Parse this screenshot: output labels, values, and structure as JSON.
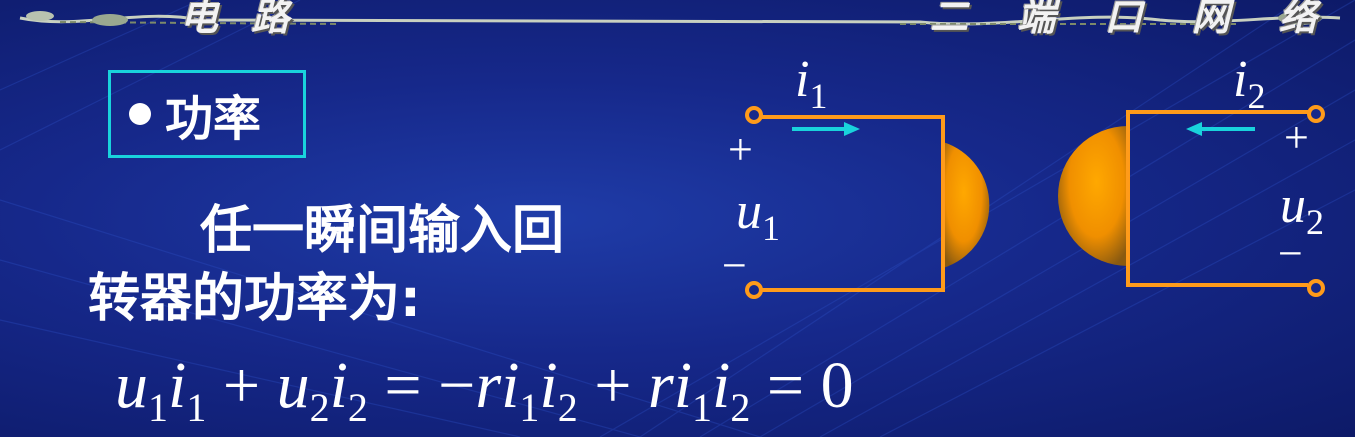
{
  "banner": {
    "left": "电 路",
    "right": "二 端 口 网 络"
  },
  "section": {
    "bullet": "●",
    "title": "功率"
  },
  "description": {
    "line1": "任一瞬间输入回",
    "line2": "转器的功率为:"
  },
  "circuit": {
    "i1": "i",
    "i1_sub": "1",
    "i2": "i",
    "i2_sub": "2",
    "u1": "u",
    "u1_sub": "1",
    "u2": "u",
    "u2_sub": "2",
    "plus_left": "+",
    "minus_left": "−",
    "plus_right": "+",
    "minus_right": "−"
  },
  "equation": {
    "u": "u",
    "i": "i",
    "r": "r",
    "s1": "1",
    "s2": "2",
    "plus": "+",
    "eq": "=",
    "minus": "−",
    "zero": "0"
  },
  "colors": {
    "background": "#16288a",
    "wire": "#ff9b1a",
    "arrow": "#19d3dc",
    "gyrator_body": "#f0a020",
    "box_border": "#19d3dc",
    "text": "#ffffff"
  }
}
